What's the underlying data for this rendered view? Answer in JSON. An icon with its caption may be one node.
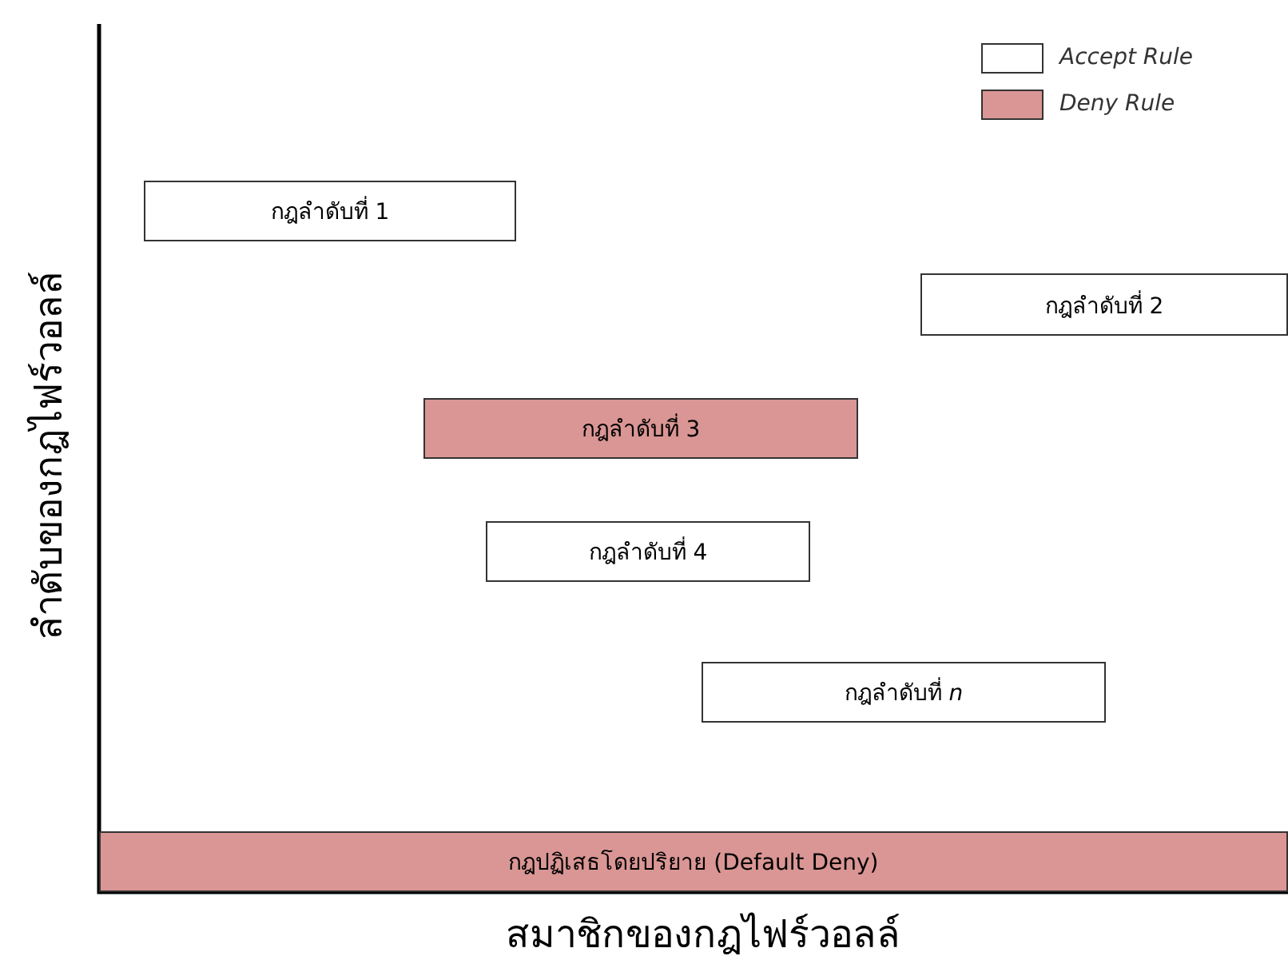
{
  "diagram": {
    "nodes": [
      {
        "text": [
          "กฎลำดับที่ 1"
        ]
      },
      {
        "text": [
          "กฎลำดับที่ 2"
        ]
      },
      {
        "text": [
          "กฎลำดับที่ 3"
        ]
      },
      {
        "text": [
          "กฎลำดับที่ 4"
        ]
      },
      {
        "text": [
          "กฎลำดับที่ *n*"
        ]
      },
      {
        "text": [
          "กฎปฏิเสธโดยปริยาย (Default Deny)"
        ]
      }
    ],
    "edges": [],
    "labels": [
      "ลำดับของกฎไฟร์วอลล์",
      "สมาชิกของกฎไฟร์วอลล์"
    ],
    "legend": [
      {
        "text": "Accept Rule",
        "color": "#ffffff"
      },
      {
        "text": "Deny Rule",
        "color": "#d99694"
      }
    ]
  }
}
